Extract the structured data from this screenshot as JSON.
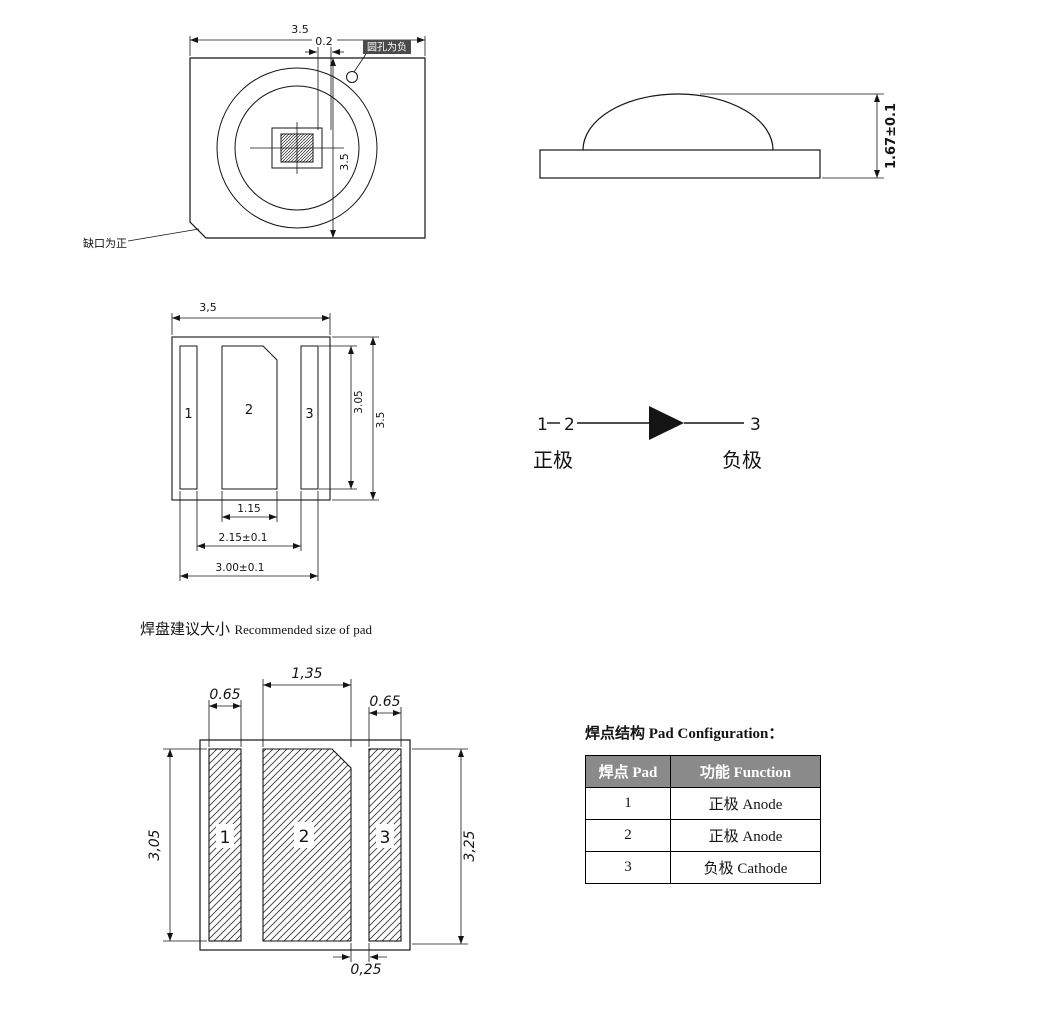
{
  "colors": {
    "line": "#141414",
    "table_header_bg": "#8a8a8a",
    "table_header_text": "#ffffff",
    "callout_bg": "#4a4a4a"
  },
  "top_view": {
    "dim_width": "3.5",
    "dim_hole_offset": "0.2",
    "dim_height": "3.5",
    "callout_hole": "圆孔为负",
    "callout_notch": "缺口为正"
  },
  "side_view": {
    "dim_height": "1.67±0.1"
  },
  "solder_view": {
    "dim_width_top": "3,5",
    "pad1": "1",
    "pad2": "2",
    "pad3": "3",
    "dim_pads_height": "3.05",
    "dim_height": "3.5",
    "dim_pad2_width": "1.15",
    "dim_pads_inner": "2.15±0.1",
    "dim_pads_outer": "3.00±0.1"
  },
  "circuit": {
    "pin1": "1",
    "pin2": "2",
    "pin3": "3",
    "anode": "正极",
    "cathode": "负极"
  },
  "note": {
    "cn": "焊盘建议大小",
    "en": "Recommended size of pad"
  },
  "pad_layout": {
    "pad1": "1",
    "pad2": "2",
    "pad3": "3",
    "dim_pad1_width": "0.65",
    "dim_pad2_width": "1,35",
    "dim_pad3_width": "0.65",
    "dim_pads_height": "3,05",
    "dim_right_height": "3,25",
    "dim_gap": "0,25"
  },
  "pad_table": {
    "title": "焊点结构 Pad Configuration：",
    "col_pad": "焊点 Pad",
    "col_function": "功能 Function",
    "rows": [
      {
        "pad": "1",
        "function": "正极 Anode"
      },
      {
        "pad": "2",
        "function": "正极 Anode"
      },
      {
        "pad": "3",
        "function": "负极 Cathode"
      }
    ]
  }
}
